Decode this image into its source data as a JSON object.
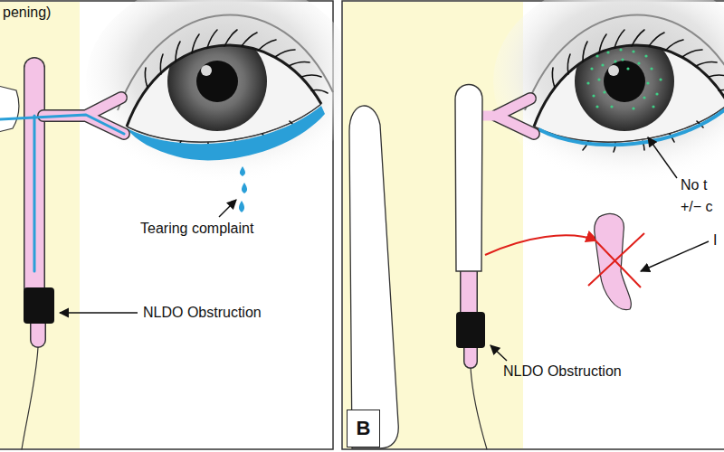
{
  "diagram": {
    "nodes": [
      {
        "text": [
          "B"
        ]
      }
    ],
    "labels": [
      "pening)",
      "Tearing complaint",
      "NLDO Obstruction",
      "No t",
      "+/− c",
      "NLDO Obstruction",
      "I"
    ]
  }
}
